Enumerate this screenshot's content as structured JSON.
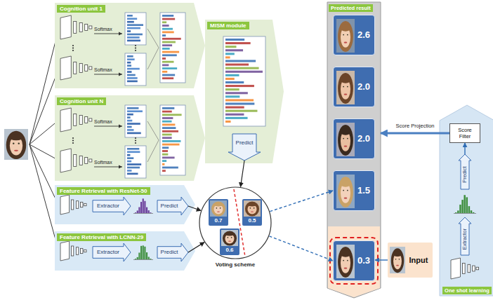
{
  "diagram": {
    "nodes": [
      {
        "text": [
          "Cognition unit 1"
        ]
      },
      {
        "text": [
          "Cognition unit N"
        ]
      },
      {
        "text": [
          "MISM module"
        ]
      },
      {
        "text": [
          "Predict"
        ],
        "in": 2
      },
      {
        "text": [
          "Feature Retrieval with ResNet-50"
        ]
      },
      {
        "text": [
          "Extractor"
        ],
        "in": 4
      },
      {
        "text": [
          "Predict"
        ],
        "in": 4
      },
      {
        "text": [
          "Feature Retrieval with LCNN-29"
        ]
      },
      {
        "text": [
          "Extractor"
        ],
        "in": 7
      },
      {
        "text": [
          "Predict"
        ],
        "in": 7
      },
      {
        "text": [
          "Voting scheme"
        ]
      },
      {
        "text": [
          "0.7"
        ],
        "in": 10
      },
      {
        "text": [
          "0.5"
        ],
        "in": 10
      },
      {
        "text": [
          "0.6"
        ],
        "in": 10
      },
      {
        "text": [
          "Predicted result"
        ]
      },
      {
        "text": [
          "2.6"
        ],
        "in": 14
      },
      {
        "text": [
          "2.0"
        ],
        "in": 14
      },
      {
        "text": [
          "2.0"
        ],
        "in": 14
      },
      {
        "text": [
          "1.5"
        ],
        "in": 14
      },
      {
        "text": [
          "0.3"
        ],
        "in": 14
      },
      {
        "text": [
          "Input"
        ]
      },
      {
        "text": [
          "One shot learning"
        ]
      },
      {
        "text": [
          "Score Filter"
        ],
        "in": 21
      },
      {
        "text": [
          "Predict"
        ],
        "in": 21
      },
      {
        "text": [
          "Extractor"
        ],
        "in": 21
      }
    ],
    "edges": [
      {
        "from": 3,
        "to": 10,
        "arrow": "to"
      },
      {
        "from": 6,
        "to": 10,
        "arrow": "to"
      },
      {
        "from": 9,
        "to": 10,
        "arrow": "to"
      },
      {
        "from": 10,
        "to": 18,
        "arrow": "to"
      },
      {
        "from": 10,
        "to": 19,
        "arrow": "to"
      },
      {
        "from": 20,
        "to": 19,
        "arrow": "to"
      },
      {
        "from": 23,
        "to": 22,
        "arrow": "to"
      },
      {
        "from": 22,
        "to": 14,
        "label": "Score Projection",
        "arrow": "to"
      }
    ],
    "labels": [
      "Softmax",
      "Softmax",
      "Softmax",
      "Softmax"
    ]
  }
}
